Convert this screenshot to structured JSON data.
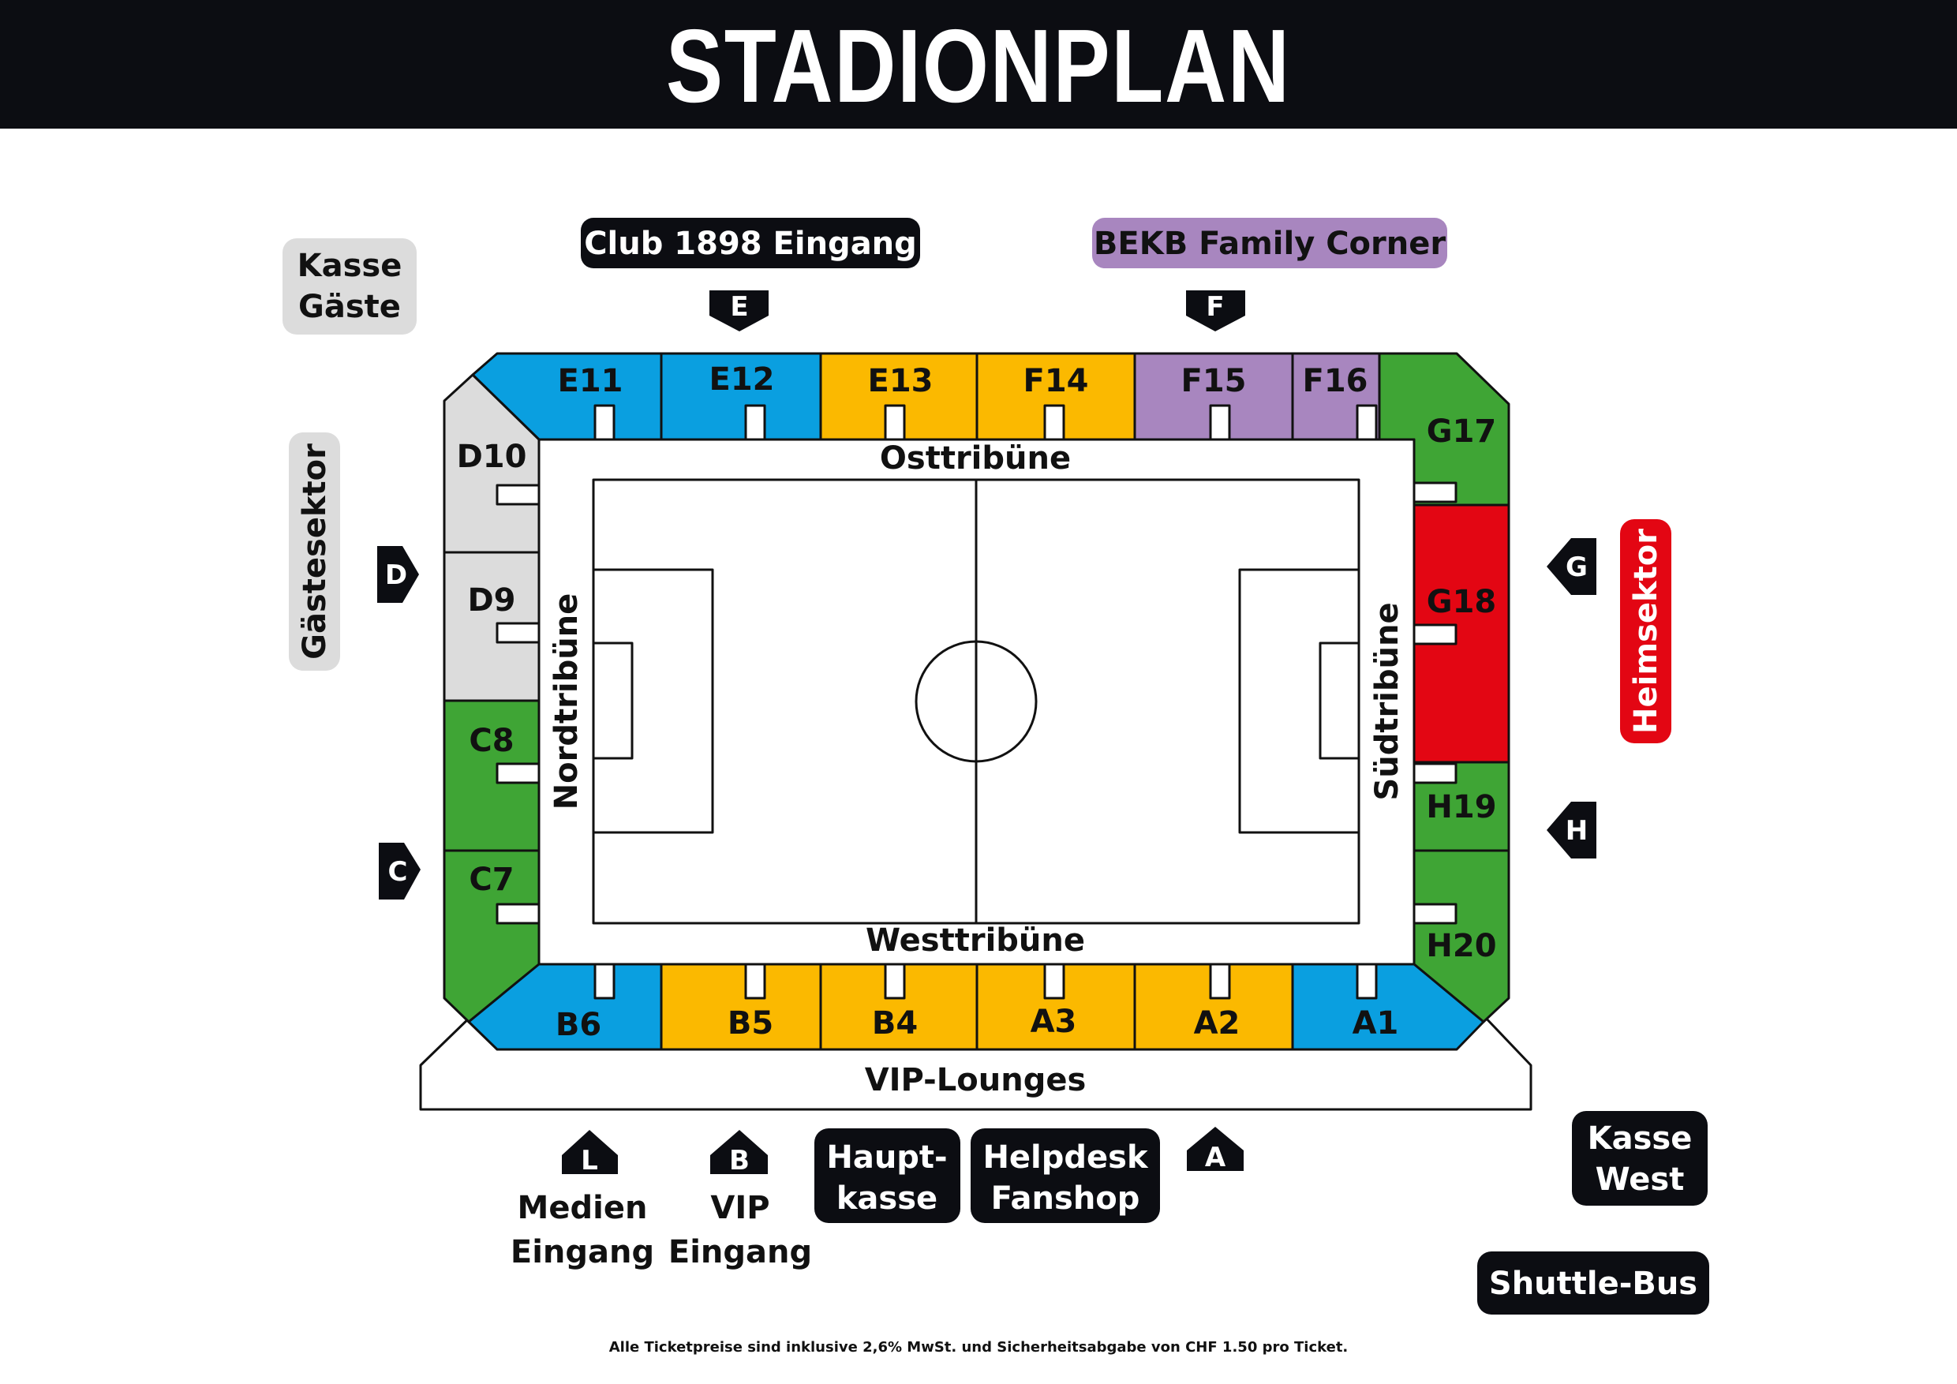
{
  "title": "STADIONPLAN",
  "colors": {
    "blue": "#0a9fe0",
    "yellow": "#fbb900",
    "purple": "#a886bf",
    "green": "#3fa535",
    "grey": "#dcdcdc",
    "red": "#e30613",
    "black": "#0c0d12"
  },
  "stands": {
    "east": "Osttribüne",
    "west": "Westtribüne",
    "north": "Nordtribüne",
    "south": "Südtribüne"
  },
  "sectors": {
    "E11": "E11",
    "E12": "E12",
    "E13": "E13",
    "F14": "F14",
    "F15": "F15",
    "F16": "F16",
    "G17": "G17",
    "G18": "G18",
    "H19": "H19",
    "H20": "H20",
    "D10": "D10",
    "D9": "D9",
    "C8": "C8",
    "C7": "C7",
    "B6": "B6",
    "B5": "B5",
    "B4": "B4",
    "A3": "A3",
    "A2": "A2",
    "A1": "A1"
  },
  "gates": {
    "E": "E",
    "F": "F",
    "D": "D",
    "C": "C",
    "G": "G",
    "H": "H",
    "L": "L",
    "B": "B",
    "A": "A"
  },
  "labels": {
    "club_entrance": "Club 1898 Eingang",
    "family_corner": "BEKB Family Corner",
    "kasse_gaeste_1": "Kasse",
    "kasse_gaeste_2": "Gäste",
    "gaestesektor": "Gästesektor",
    "heimsektor": "Heimsektor",
    "vip_lounges": "VIP-Lounges",
    "medien_1": "Medien",
    "medien_2": "Eingang",
    "vip_1": "VIP",
    "vip_2": "Eingang",
    "hauptkasse_1": "Haupt-",
    "hauptkasse_2": "kasse",
    "helpdesk_1": "Helpdesk",
    "helpdesk_2": "Fanshop",
    "kasse_west_1": "Kasse",
    "kasse_west_2": "West",
    "shuttle_bus": "Shuttle-Bus"
  },
  "footnote": "Alle Ticketpreise sind inklusive 2,6% MwSt. und Sicherheitsabgabe von CHF 1.50 pro Ticket."
}
